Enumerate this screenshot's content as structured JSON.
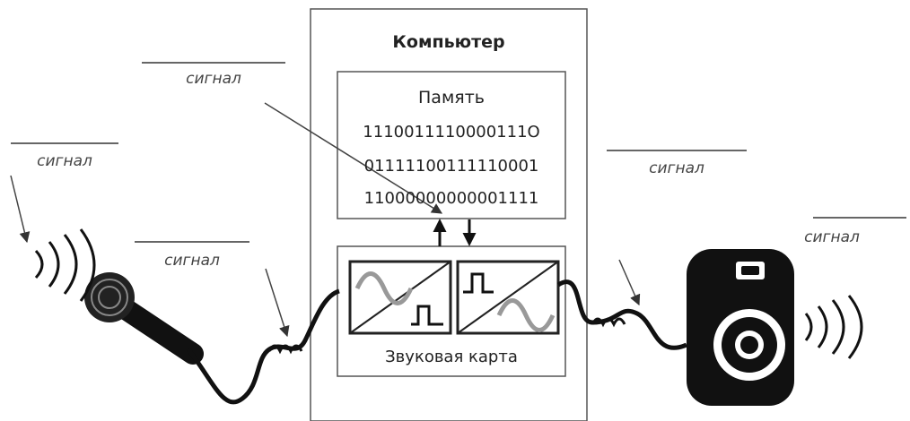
{
  "computer": {
    "title": "Компьютер"
  },
  "memory": {
    "title": "Память",
    "rows": [
      "1110011110000111О",
      "01111100111110001",
      "11000000000001111"
    ]
  },
  "sound_card": {
    "title": "Звуковая карта"
  },
  "signals": {
    "input_far": "сигнал",
    "input_cable": "сигнал",
    "memory_link": "сигнал",
    "output_cable": "сигнал",
    "output_far": "сигнал"
  },
  "icons": {
    "microphone": "microphone-icon",
    "speaker": "speaker-icon",
    "analog_to_digital": "adc-converter-icon",
    "digital_to_analog": "dac-converter-icon"
  },
  "colors": {
    "ink": "#222222",
    "line": "#444444",
    "wave": "#999999"
  }
}
